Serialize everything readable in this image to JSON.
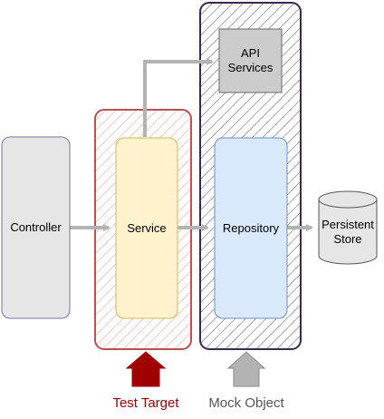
{
  "nodes": {
    "controller": {
      "label": "Controller"
    },
    "service": {
      "label": "Service"
    },
    "repository": {
      "label": "Repository"
    },
    "api_services": {
      "label": "API\nServices"
    },
    "persistent_store": {
      "label": "Persistent\nStore"
    }
  },
  "legend": {
    "test_target": {
      "label": "Test Target",
      "color": "#a00000"
    },
    "mock_object": {
      "label": "Mock Object",
      "color": "#555555"
    }
  },
  "colors": {
    "test_target_frame": "#b85450",
    "mock_object_frame": "#3a2a4d",
    "service_fill": "#fff2cc",
    "repository_fill": "#dae8fc",
    "controller_fill": "#e6e6e6",
    "api_fill": "#cccccc",
    "connector": "#b3b3b3"
  }
}
